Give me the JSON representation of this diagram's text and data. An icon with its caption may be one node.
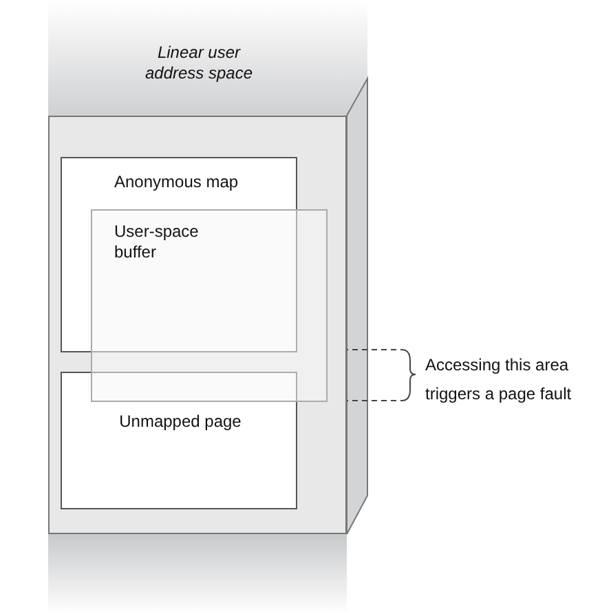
{
  "diagram": {
    "nodes": [
      {
        "text": [
          "Linear user address space"
        ]
      },
      {
        "text": [
          "Anonymous map"
        ],
        "in": 0
      },
      {
        "text": [
          "User-space buffer"
        ],
        "in": 0
      },
      {
        "text": [
          "Unmapped page"
        ],
        "in": 0
      }
    ],
    "labels": [
      "Accessing this area triggers a page fault"
    ]
  }
}
